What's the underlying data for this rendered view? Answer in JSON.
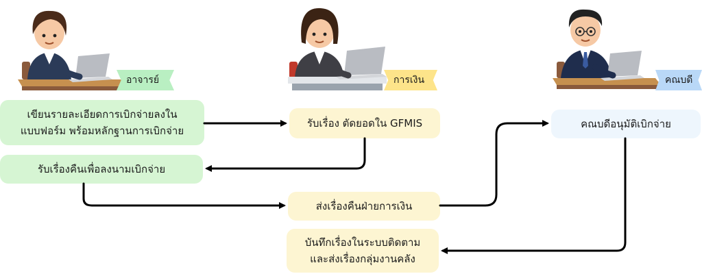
{
  "roles": {
    "teacher": {
      "label": "อาจารย์",
      "color": "#b9efc2"
    },
    "finance": {
      "label": "การเงิน",
      "color": "#fde48a"
    },
    "dean": {
      "label": "คณบดี",
      "color": "#b9d8f7"
    }
  },
  "steps": {
    "s1": {
      "line1": "เขียนรายละเอียดการเบิกจ่ายลงใน",
      "line2": "แบบฟอร์ม พร้อมหลักฐานการเบิกจ่าย"
    },
    "s2": {
      "text": "รับเรื่อง ตัดยอดใน GFMIS"
    },
    "s3": {
      "text": "รับเรื่องคืนเพื่อลงนามเบิกจ่าย"
    },
    "s4": {
      "text": "ส่งเรื่องคืนฝ่ายการเงิน"
    },
    "s5": {
      "text": "คณบดีอนุมัติเบิกจ่าย"
    },
    "s6": {
      "line1": "บันทึกเรื่องในระบบติดตาม",
      "line2": "และส่งเรื่องกลุ่มงานคลัง"
    }
  },
  "colors": {
    "green_box": "#d6f5d3",
    "yellow_box": "#fdf5d2",
    "blue_box": "#eef6fd",
    "arrow": "#000000"
  }
}
